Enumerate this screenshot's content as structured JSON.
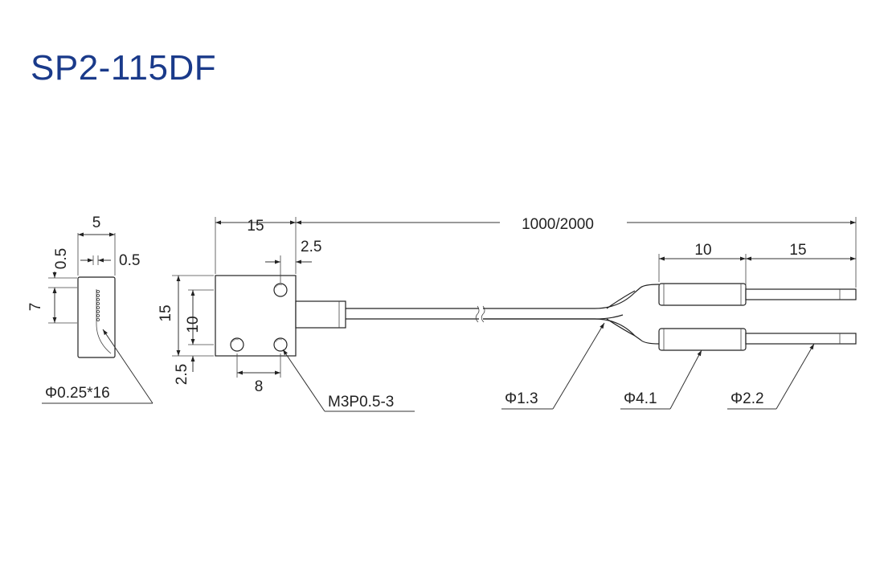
{
  "title": "SP2-115DF",
  "dimensions": {
    "head_width": "5",
    "head_offset_a": "0.5",
    "head_offset_b": "0.5",
    "head_height": "7",
    "fiber_spec": "Φ0.25*16",
    "block_width": "15",
    "hole_offset_x": "2.5",
    "block_height": "15",
    "hole_pitch_y": "10",
    "hole_offset_y": "2.5",
    "hole_pitch_x": "8",
    "hole_spec": "M3P0.5-3",
    "cable_length": "1000/2000",
    "sleeve_length": "10",
    "tip_length": "15",
    "cable_dia": "Φ1.3",
    "sleeve_dia": "Φ4.1",
    "tip_dia": "Φ2.2"
  }
}
